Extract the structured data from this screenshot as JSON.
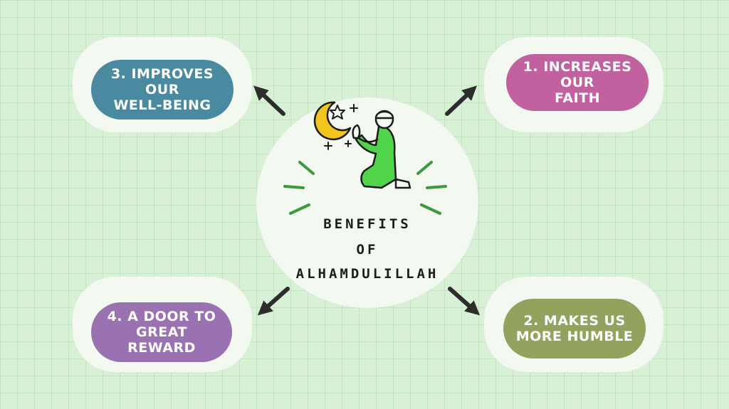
{
  "diagram": {
    "center": {
      "title_lines": [
        "BENEFITS",
        "OF",
        "ALHAMDULILLAH"
      ]
    },
    "nodes": [
      {
        "label": "3. IMPROVES OUR\nWELL-BEING",
        "color": "#4a8aa0"
      },
      {
        "label": "1. INCREASES OUR\nFAITH",
        "color": "#c1619f"
      },
      {
        "label": "4. A DOOR TO\nGREAT REWARD",
        "color": "#9a72b2"
      },
      {
        "label": "2. MAKES US\nMORE HUMBLE",
        "color": "#93a25d"
      }
    ],
    "colors": {
      "background": "#d8f0d6",
      "card": "#f3f8f1",
      "arrow": "#2d2d2d",
      "figure_green": "#4fd44a",
      "moon_yellow": "#f2c51d"
    }
  }
}
